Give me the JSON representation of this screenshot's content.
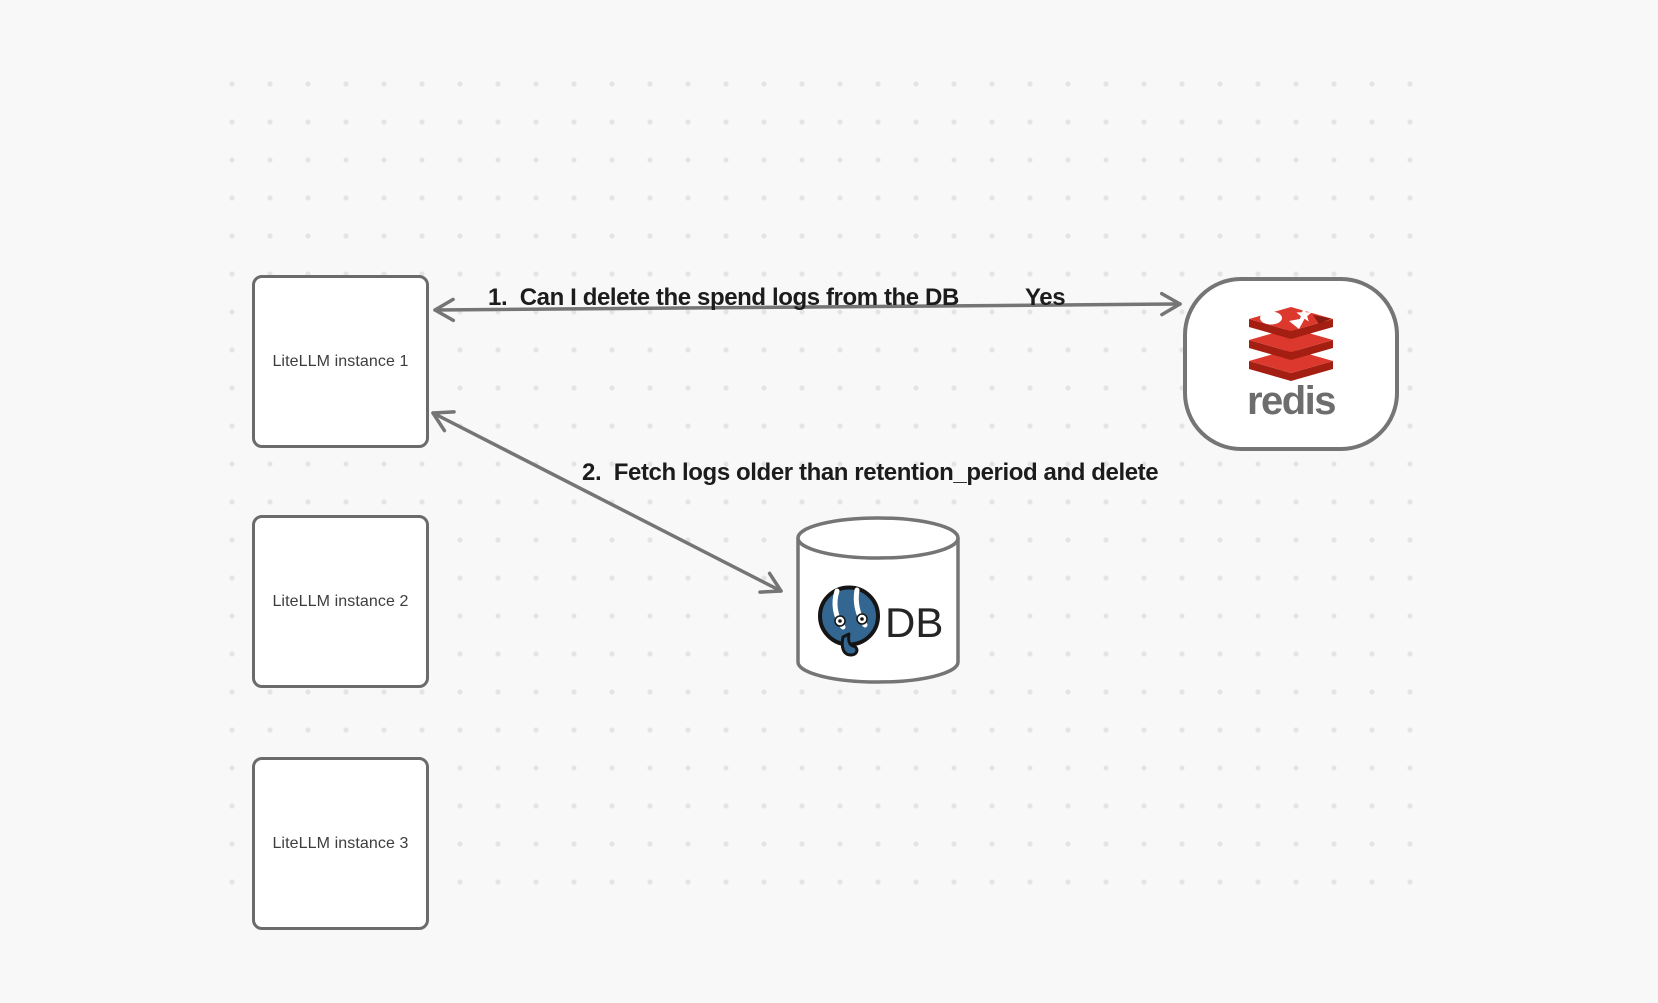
{
  "canvas": {
    "background": "#f8f8f8",
    "dot_color": "#e4e4e4"
  },
  "nodes": {
    "instances": [
      {
        "label": "LiteLLM instance 1"
      },
      {
        "label": "LiteLLM instance 2"
      },
      {
        "label": "LiteLLM instance 3"
      }
    ],
    "redis": {
      "wordmark": "redis",
      "brand_red": "#DC382D",
      "brand_red_dark": "#A41E11"
    },
    "db": {
      "label": "DB",
      "postgres_blue": "#336791"
    }
  },
  "arrows": [
    {
      "label": "1.  Can I delete the spend logs from the DB",
      "answer": "Yes"
    },
    {
      "label": "2.  Fetch logs older than retention_period and delete"
    }
  ],
  "colors": {
    "stroke": "#757575",
    "box_border": "#6b6b6b",
    "label_text": "#1c1c1c",
    "node_text": "#3d3d3d"
  }
}
